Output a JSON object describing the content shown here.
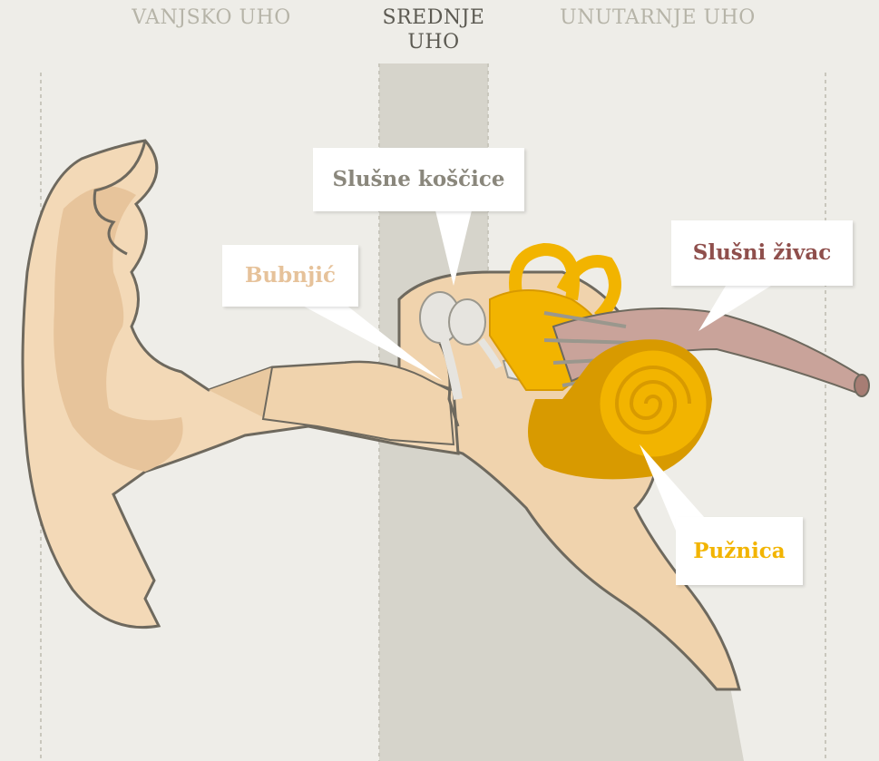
{
  "sections": {
    "outer": "VANJSKO UHO",
    "middle_line1": "SREDNJE",
    "middle_line2": "UHO",
    "inner": "UNUTARNJE UHO"
  },
  "callouts": {
    "ossicles": {
      "label": "Slušne koščice",
      "color": "#8a877c"
    },
    "eardrum": {
      "label": "Bubnjić",
      "color": "#e6c29a"
    },
    "nerve": {
      "label": "Slušni živac",
      "color": "#8f4f4c"
    },
    "cochlea": {
      "label": "Pužnica",
      "color": "#f2b400"
    }
  },
  "colors": {
    "background": "#eeede8",
    "middle_band": "#d6d4cb",
    "skin": "#f3d9b7",
    "skin_shadow": "#e7c49b",
    "outline": "#6e695e",
    "cochlea": "#f2b400",
    "nerve": "#c9a39a",
    "ossicles": "#e6e4df"
  }
}
